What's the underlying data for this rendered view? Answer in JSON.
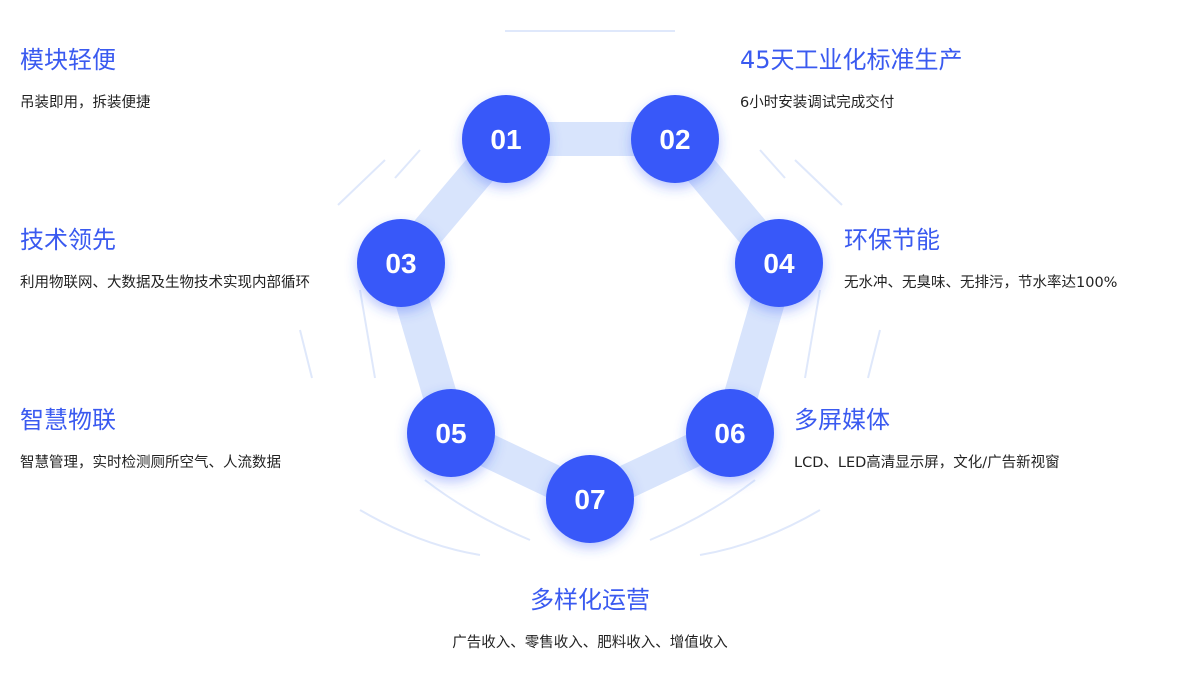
{
  "accent_color": "#3a5af0",
  "node_color": "#3758f9",
  "ring_color": "#d8e4fc",
  "nodes": [
    {
      "number": "01",
      "title": "模块轻便",
      "desc": "吊装即用，拆装便捷"
    },
    {
      "number": "02",
      "title": "45天工业化标准生产",
      "desc": "6小时安装调试完成交付"
    },
    {
      "number": "03",
      "title": "技术领先",
      "desc": "利用物联网、大数据及生物技术实现内部循环"
    },
    {
      "number": "04",
      "title": "环保节能",
      "desc": "无水冲、无臭味、无排污，节水率达100%"
    },
    {
      "number": "05",
      "title": "智慧物联",
      "desc": "智慧管理，实时检测厕所空气、人流数据"
    },
    {
      "number": "06",
      "title": "多屏媒体",
      "desc": "LCD、LED高清显示屏，文化/广告新视窗"
    },
    {
      "number": "07",
      "title": "多样化运营",
      "desc": "广告收入、零售收入、肥料收入、增值收入"
    }
  ]
}
